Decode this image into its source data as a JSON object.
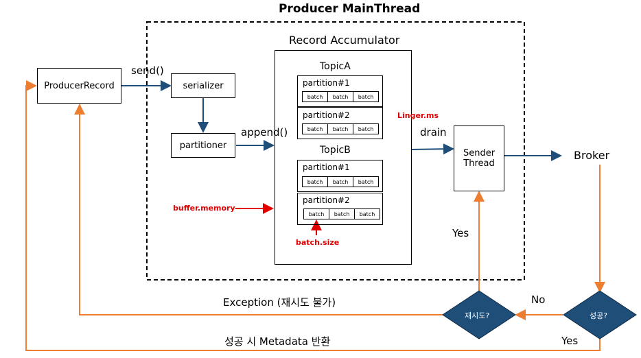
{
  "main_title": "Producer MainThread",
  "accumulator_title": "Record Accumulator",
  "nodes": {
    "producer_record": "ProducerRecord",
    "serializer": "serializer",
    "partitioner": "partitioner",
    "sender_thread": "Sender\nThread",
    "broker": "Broker",
    "retry_diamond": "재시도?",
    "success_diamond": "성공?"
  },
  "topics": [
    {
      "name": "TopicA",
      "partitions": [
        {
          "label": "partition#1",
          "batches": [
            "batch",
            "batch",
            "batch"
          ]
        },
        {
          "label": "partition#2",
          "batches": [
            "batch",
            "batch",
            "batch"
          ]
        }
      ]
    },
    {
      "name": "TopicB",
      "partitions": [
        {
          "label": "partition#1",
          "batches": [
            "batch",
            "batch",
            "batch"
          ]
        },
        {
          "label": "partition#2",
          "batches": [
            "batch",
            "batch",
            "batch"
          ]
        }
      ]
    }
  ],
  "edge_labels": {
    "send": "send()",
    "append": "append()",
    "drain": "drain",
    "yes_retry": "Yes",
    "no": "No",
    "yes_success": "Yes",
    "exception": "Exception (재시도 불가)",
    "success_return": "성공 시 Metadata 반환"
  },
  "config_labels": {
    "linger": "Linger.ms",
    "buffer_memory": "buffer.memory",
    "batch_size": "batch.size"
  },
  "colors": {
    "flow_arrow": "#1f4e79",
    "return_arrow": "#ed7d31",
    "config_arrow": "#e00000",
    "diamond_fill": "#1f4e79"
  }
}
